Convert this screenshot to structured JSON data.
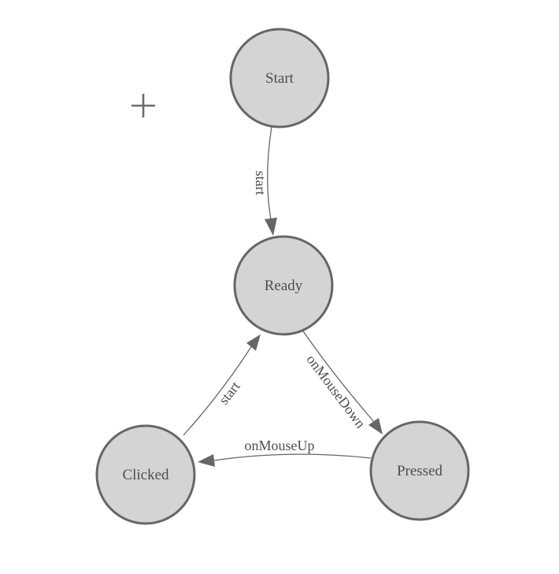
{
  "diagram": {
    "background_color": "#ffffff",
    "node_fill_color": "#d4d4d4",
    "node_border_color": "#666666",
    "edge_line_color": "#666666",
    "text_color": "#4d4d4d",
    "nodes": [
      {
        "id": "start",
        "label": "Start"
      },
      {
        "id": "ready",
        "label": "Ready"
      },
      {
        "id": "clicked",
        "label": "Clicked"
      },
      {
        "id": "pressed",
        "label": "Pressed"
      }
    ],
    "edges": [
      {
        "from": "Start",
        "to": "Ready",
        "label": "start"
      },
      {
        "from": "Ready",
        "to": "Pressed",
        "label": "onMouseDown"
      },
      {
        "from": "Pressed",
        "to": "Clicked",
        "label": "onMouseUp"
      },
      {
        "from": "Clicked",
        "to": "Ready",
        "label": "start"
      }
    ],
    "cursor": {
      "type": "crosshair-plus"
    }
  }
}
